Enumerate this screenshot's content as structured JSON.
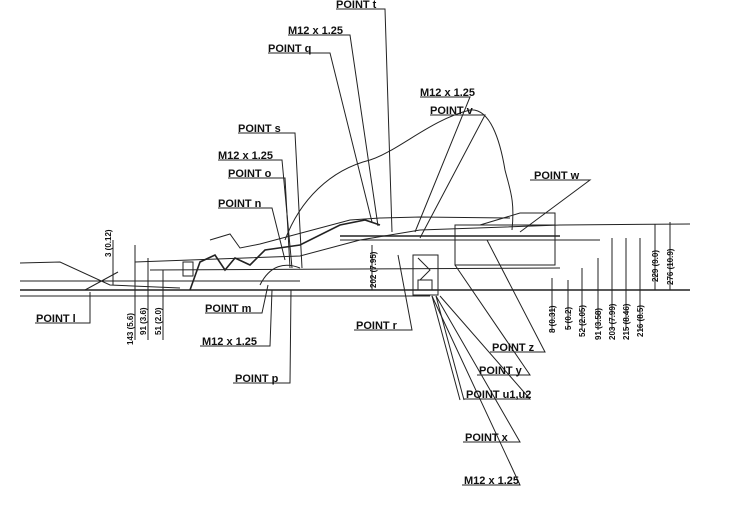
{
  "labels": {
    "point_t": "POINT t",
    "m12_top": "M12 x 1.25",
    "point_q": "POINT q",
    "m12_v": "M12 x 1.25",
    "point_v": "POINT v",
    "point_s": "POINT s",
    "m12_s": "M12 x 1.25",
    "point_o": "POINT o",
    "point_w": "POINT w",
    "point_n": "POINT n",
    "point_l": "POINT l",
    "point_m": "POINT m",
    "m12_m": "M12 x 1.25",
    "point_p": "POINT p",
    "point_r": "POINT r",
    "point_z": "POINT z",
    "point_y": "POINT y",
    "point_u": "POINT u1,u2",
    "point_x": "POINT x",
    "m12_bottom": "M12 x 1.25"
  },
  "dimensions": {
    "d3": "3 (0.12)",
    "d143": "143 (5.6)",
    "d91a": "91 (3.6)",
    "d51": "51 (2.0)",
    "d202": "202 (7.95)",
    "d8": "8 (0.31)",
    "d5": "5 (0.2)",
    "d52": "52 (2.05)",
    "d91b": "91 (3.58)",
    "d203": "203 (7.99)",
    "d215": "215 (8.46)",
    "d216": "216 (8.5)",
    "d229": "229 (9.0)",
    "d276": "276 (10.9)"
  }
}
